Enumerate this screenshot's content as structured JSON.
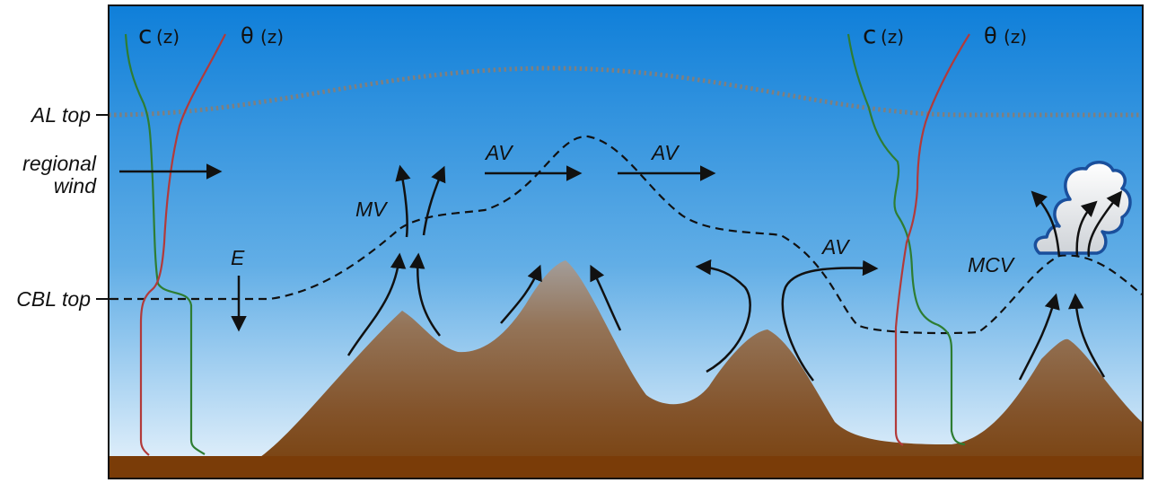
{
  "labels": {
    "al_top": "AL top",
    "regional_wind_1": "regional",
    "regional_wind_2": "wind",
    "cbl_top": "CBL top",
    "entrainment": "E",
    "mountain_venting": "MV",
    "advective_venting_1": "AV",
    "advective_venting_2": "AV",
    "advective_venting_3": "AV",
    "moist_convective_venting": "MCV"
  },
  "profiles": {
    "left_c_symbol": "c",
    "left_c_arg": "(z)",
    "left_theta_symbol": "θ",
    "left_theta_arg": "(z)",
    "right_c_symbol": "c",
    "right_c_arg": "(z)",
    "right_theta_symbol": "θ",
    "right_theta_arg": "(z)"
  },
  "colors": {
    "sky_top": "#0f7fd9",
    "sky_bottom": "#e9f3fb",
    "terrain_top": "#a09a96",
    "terrain_bottom": "#7a3f0c",
    "ground": "#7a3c08",
    "profile_c": "#2e7d32",
    "profile_theta": "#b23a3a",
    "al_dots": "#7f7f7f",
    "cloud_outline": "#1a4f9c"
  }
}
